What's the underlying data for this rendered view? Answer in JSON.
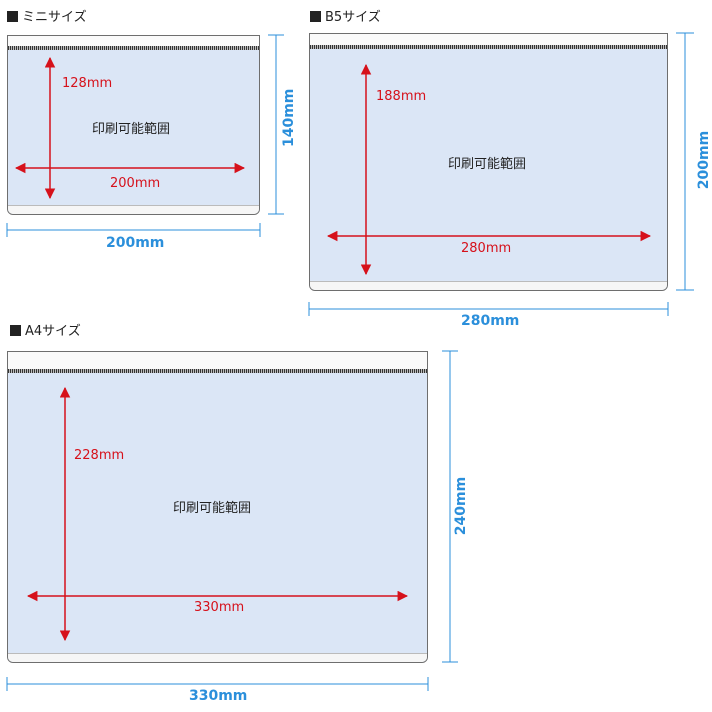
{
  "panels": {
    "mini": {
      "title": "ミニサイズ",
      "print_area_label": "印刷可能範囲",
      "print_height": "128mm",
      "print_width": "200mm",
      "outer_width": "200mm",
      "outer_height": "140mm"
    },
    "b5": {
      "title": "B5サイズ",
      "print_area_label": "印刷可能範囲",
      "print_height": "188mm",
      "print_width": "280mm",
      "outer_width": "280mm",
      "outer_height": "200mm"
    },
    "a4": {
      "title": "A4サイズ",
      "print_area_label": "印刷可能範囲",
      "print_height": "228mm",
      "print_width": "330mm",
      "outer_width": "330mm",
      "outer_height": "240mm"
    }
  },
  "colors": {
    "print_area_dimension": "#d6111b",
    "outer_dimension": "#2b8fdb",
    "print_area_fill": "#dbe6f6"
  }
}
